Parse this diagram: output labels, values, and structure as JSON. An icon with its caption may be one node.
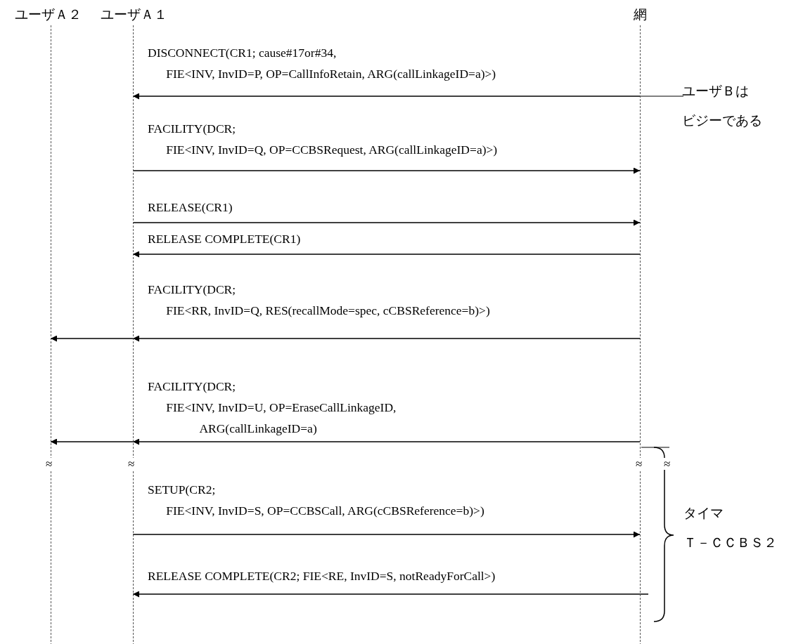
{
  "diagram": {
    "nodes": [
      {
        "text": [
          "ユーザＡ２"
        ]
      },
      {
        "text": [
          "ユーザＡ１"
        ]
      },
      {
        "text": [
          "網"
        ]
      },
      {
        "text": [
          "ユーザＢはビジーである"
        ]
      }
    ],
    "edges": [
      {
        "from": 2,
        "to": 1,
        "arrow": "to",
        "label": "DISCONNECT(CR1; cause#17or#34, FIE<INV, InvID=P, OP=CallInfoRetain, ARG(callLinkageID=a)>)"
      },
      {
        "from": 1,
        "to": 2,
        "arrow": "to",
        "label": "FACILITY(DCR; FIE<INV, InvID=Q, OP=CCBSRequest, ARG(callLinkageID=a)>)"
      },
      {
        "from": 1,
        "to": 2,
        "arrow": "to",
        "label": "RELEASE(CR1)"
      },
      {
        "from": 2,
        "to": 1,
        "arrow": "to",
        "label": "RELEASE COMPLETE(CR1)"
      },
      {
        "from": 2,
        "to": 1,
        "arrow": "to",
        "label": "FACILITY(DCR; FIE<RR, InvID=Q, RES(recallMode=spec, cCBSReference=b)>)"
      },
      {
        "from": 1,
        "to": 0,
        "arrow": "to"
      },
      {
        "from": 2,
        "to": 1,
        "arrow": "to",
        "label": "FACILITY(DCR; FIE<INV, InvID=U, OP=EraseCallLinkageID, ARG(callLinkageID=a)"
      },
      {
        "from": 1,
        "to": 0,
        "arrow": "to"
      },
      {
        "from": 1,
        "to": 2,
        "arrow": "to",
        "label": "SETUP(CR2; FIE<INV, InvID=S, OP=CCBSCall, ARG(cCBSReference=b)>)"
      },
      {
        "from": 2,
        "to": 1,
        "arrow": "to",
        "label": "RELEASE COMPLETE(CR2; FIE<RE, InvID=S, notReadyForCall>)"
      },
      {
        "from": 3,
        "to": 2,
        "arrow": "none"
      }
    ],
    "labels": [
      "≈",
      "≈",
      "≈",
      "≈",
      "タイマ",
      "Ｔ－ＣＣＢＳ２"
    ]
  }
}
